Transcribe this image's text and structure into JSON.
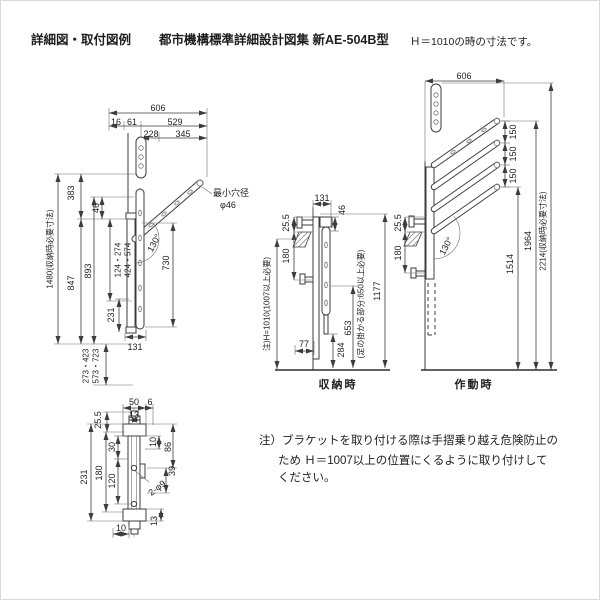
{
  "title": {
    "main": "詳細図・取付図例",
    "sub": "都市機構標準詳細設計図集 新AE-504B型",
    "note": "Ｈ＝1010の時の寸法です。"
  },
  "side_view": {
    "w606": "606",
    "w16": "16",
    "w61": "61",
    "w529": "529",
    "w228": "228",
    "w345": "345",
    "hole_label1": "最小穴径",
    "hole_label2": "φ46",
    "angle": "130°",
    "h1480": "1480(収納時必要寸法)",
    "h383": "383",
    "h46": "46",
    "h893": "893",
    "h847": "847",
    "h124": "124・274",
    "h424": "424・574",
    "h231": "231",
    "h730": "730",
    "w131": "131",
    "h273": "273・423",
    "h573": "573・723"
  },
  "stored_view": {
    "label": "収納時",
    "w131": "131",
    "h46": "46",
    "h25_5": "25.5",
    "h180": "180",
    "note_h": "注)H=1010(1007以上必要)",
    "w77": "77",
    "h284": "284",
    "h653": "653",
    "h653_note": "(足の掛かる部分:650以上必要)",
    "h1177": "1177"
  },
  "deployed_view": {
    "label": "作動時",
    "w606": "606",
    "p150": [
      "150",
      "150",
      "150"
    ],
    "h25_5": "25.5",
    "h180": "180",
    "angle": "130°",
    "h1514": "1514",
    "h1964": "1964",
    "h2214": "2214(収納時必要寸法)"
  },
  "front_view": {
    "w50": "50",
    "w6": "6",
    "w13": "13",
    "h25_5": "25.5",
    "h231": "231",
    "h180": "180",
    "h120": "120",
    "h30": "30",
    "r10": "10",
    "h86": "86",
    "h39": "39",
    "holes": "2-φ9",
    "h13": "13",
    "w10": "10"
  },
  "footnote": {
    "line1": "注）ブラケットを取り付ける際は手摺乗り越え危険防止の",
    "line2": "ため Ｈ＝1007以上の位置にくるように取り付けして",
    "line3": "ください。"
  }
}
